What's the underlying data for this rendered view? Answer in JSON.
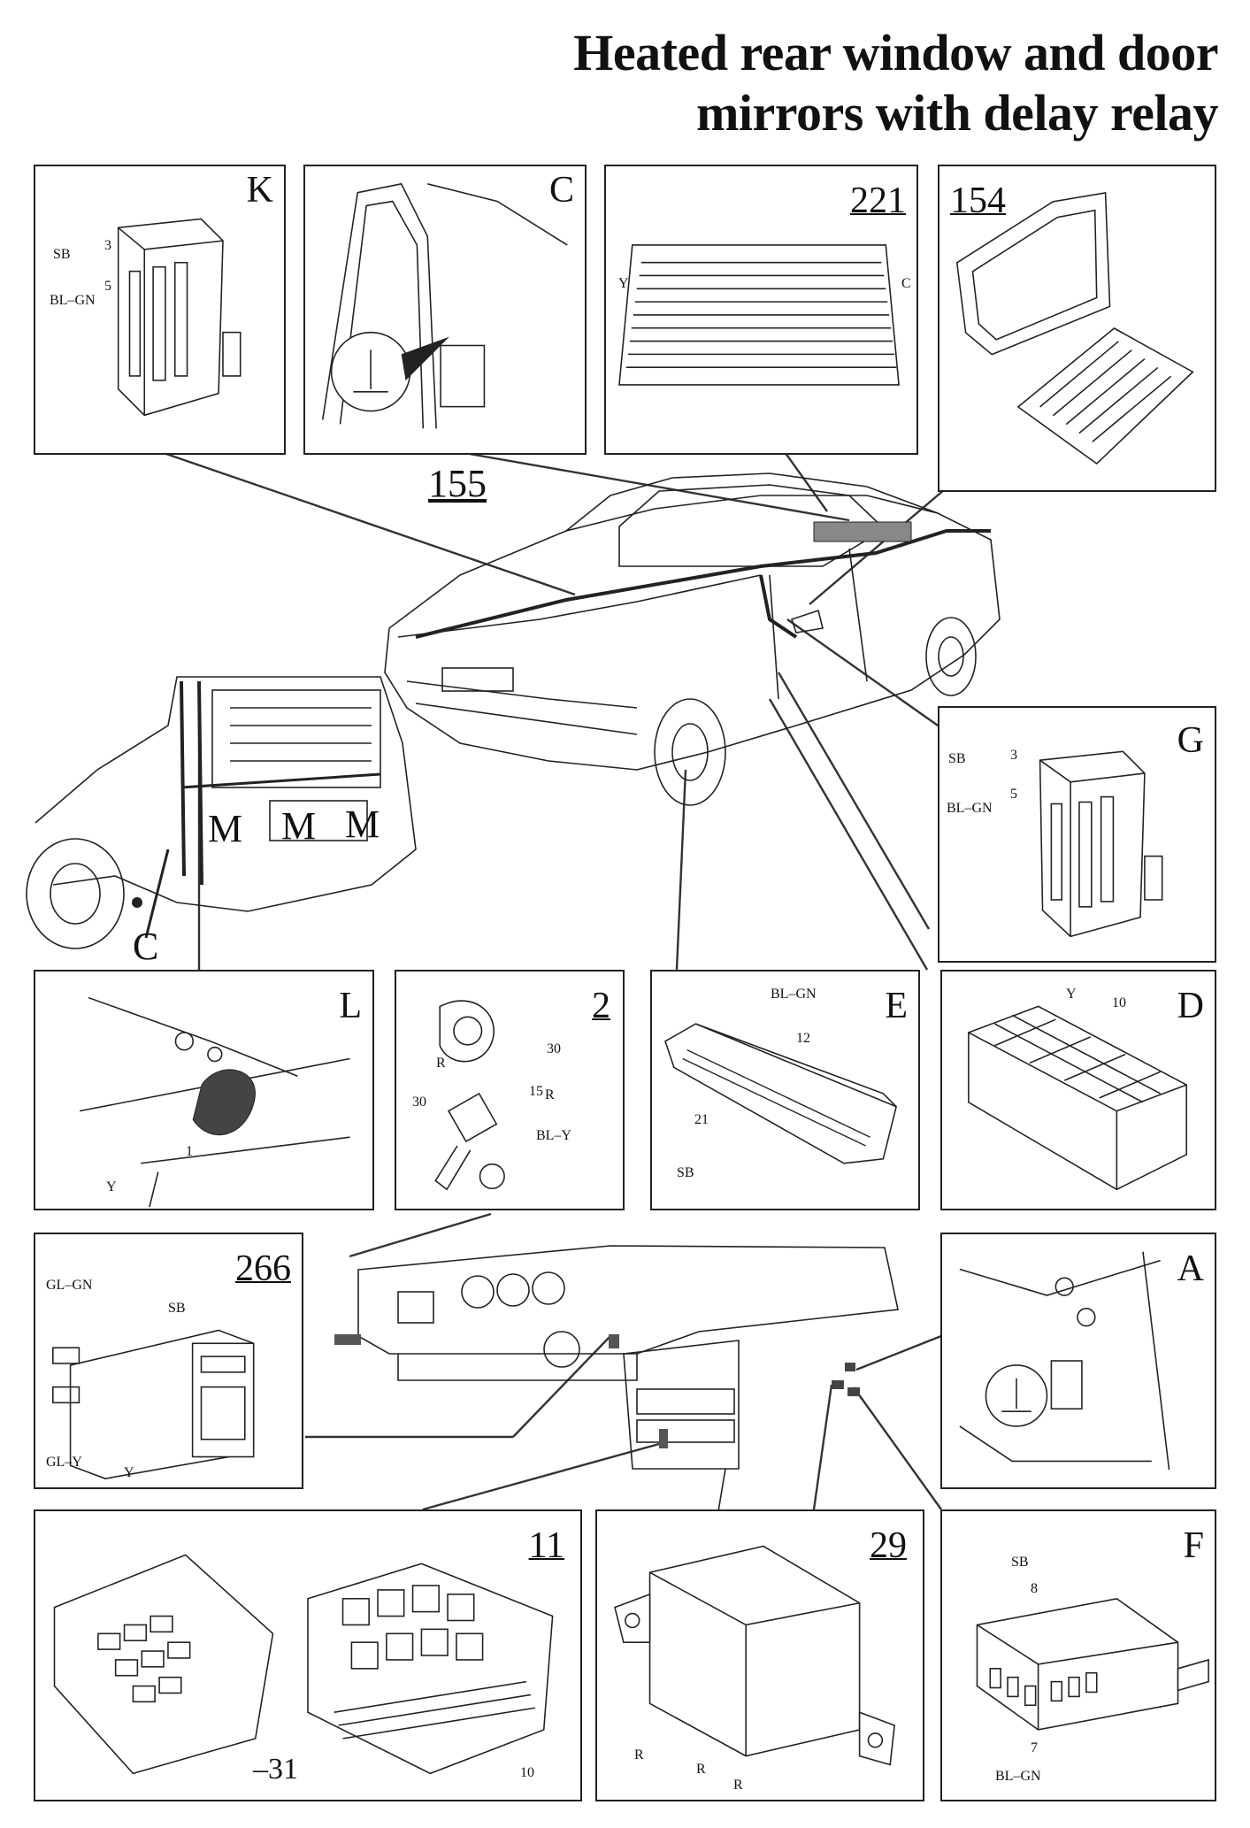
{
  "title": {
    "line1": "Heated rear window and door",
    "line2": "mirrors with delay relay"
  },
  "panels": {
    "K": {
      "label": "K",
      "wires": {
        "sb": "SB",
        "pin3": "3",
        "pin5": "5",
        "blgn": "BL–GN"
      }
    },
    "C": {
      "label": "C"
    },
    "p221": {
      "label": "221",
      "wires": {
        "y": "Y",
        "c": "C"
      }
    },
    "p154": {
      "label": "154"
    },
    "G": {
      "label": "G",
      "wires": {
        "sb": "SB",
        "pin3": "3",
        "pin5": "5",
        "blgn": "BL–GN"
      }
    },
    "L": {
      "label": "L",
      "wires": {
        "pin1": "1",
        "y": "Y"
      }
    },
    "p2": {
      "label": "2",
      "wires": {
        "r1": "R",
        "r2": "R",
        "n30a": "30",
        "n30b": "30",
        "n15": "15",
        "bly": "BL–Y"
      }
    },
    "E": {
      "label": "E",
      "wires": {
        "blgn": "BL–GN",
        "pin12": "12",
        "pin21": "21",
        "sb": "SB"
      }
    },
    "D": {
      "label": "D",
      "wires": {
        "y": "Y",
        "pin10": "10"
      }
    },
    "p266": {
      "label": "266",
      "wires": {
        "glgn": "GL–GN",
        "sb": "SB",
        "gly": "GL–Y",
        "y": "Y"
      }
    },
    "A": {
      "label": "A"
    },
    "p11": {
      "label": "11",
      "wires": {
        "m31": "–31",
        "pin10": "10"
      }
    },
    "p29": {
      "label": "29",
      "wires": {
        "r1": "R",
        "r2": "R",
        "r3": "R"
      }
    },
    "F": {
      "label": "F",
      "wires": {
        "sb": "SB",
        "pin8": "8",
        "pin7": "7",
        "blgn": "BL–GN"
      }
    }
  },
  "car": {
    "callout155": "155",
    "m1": "M",
    "m2": "M",
    "m3": "M",
    "c": "C"
  }
}
